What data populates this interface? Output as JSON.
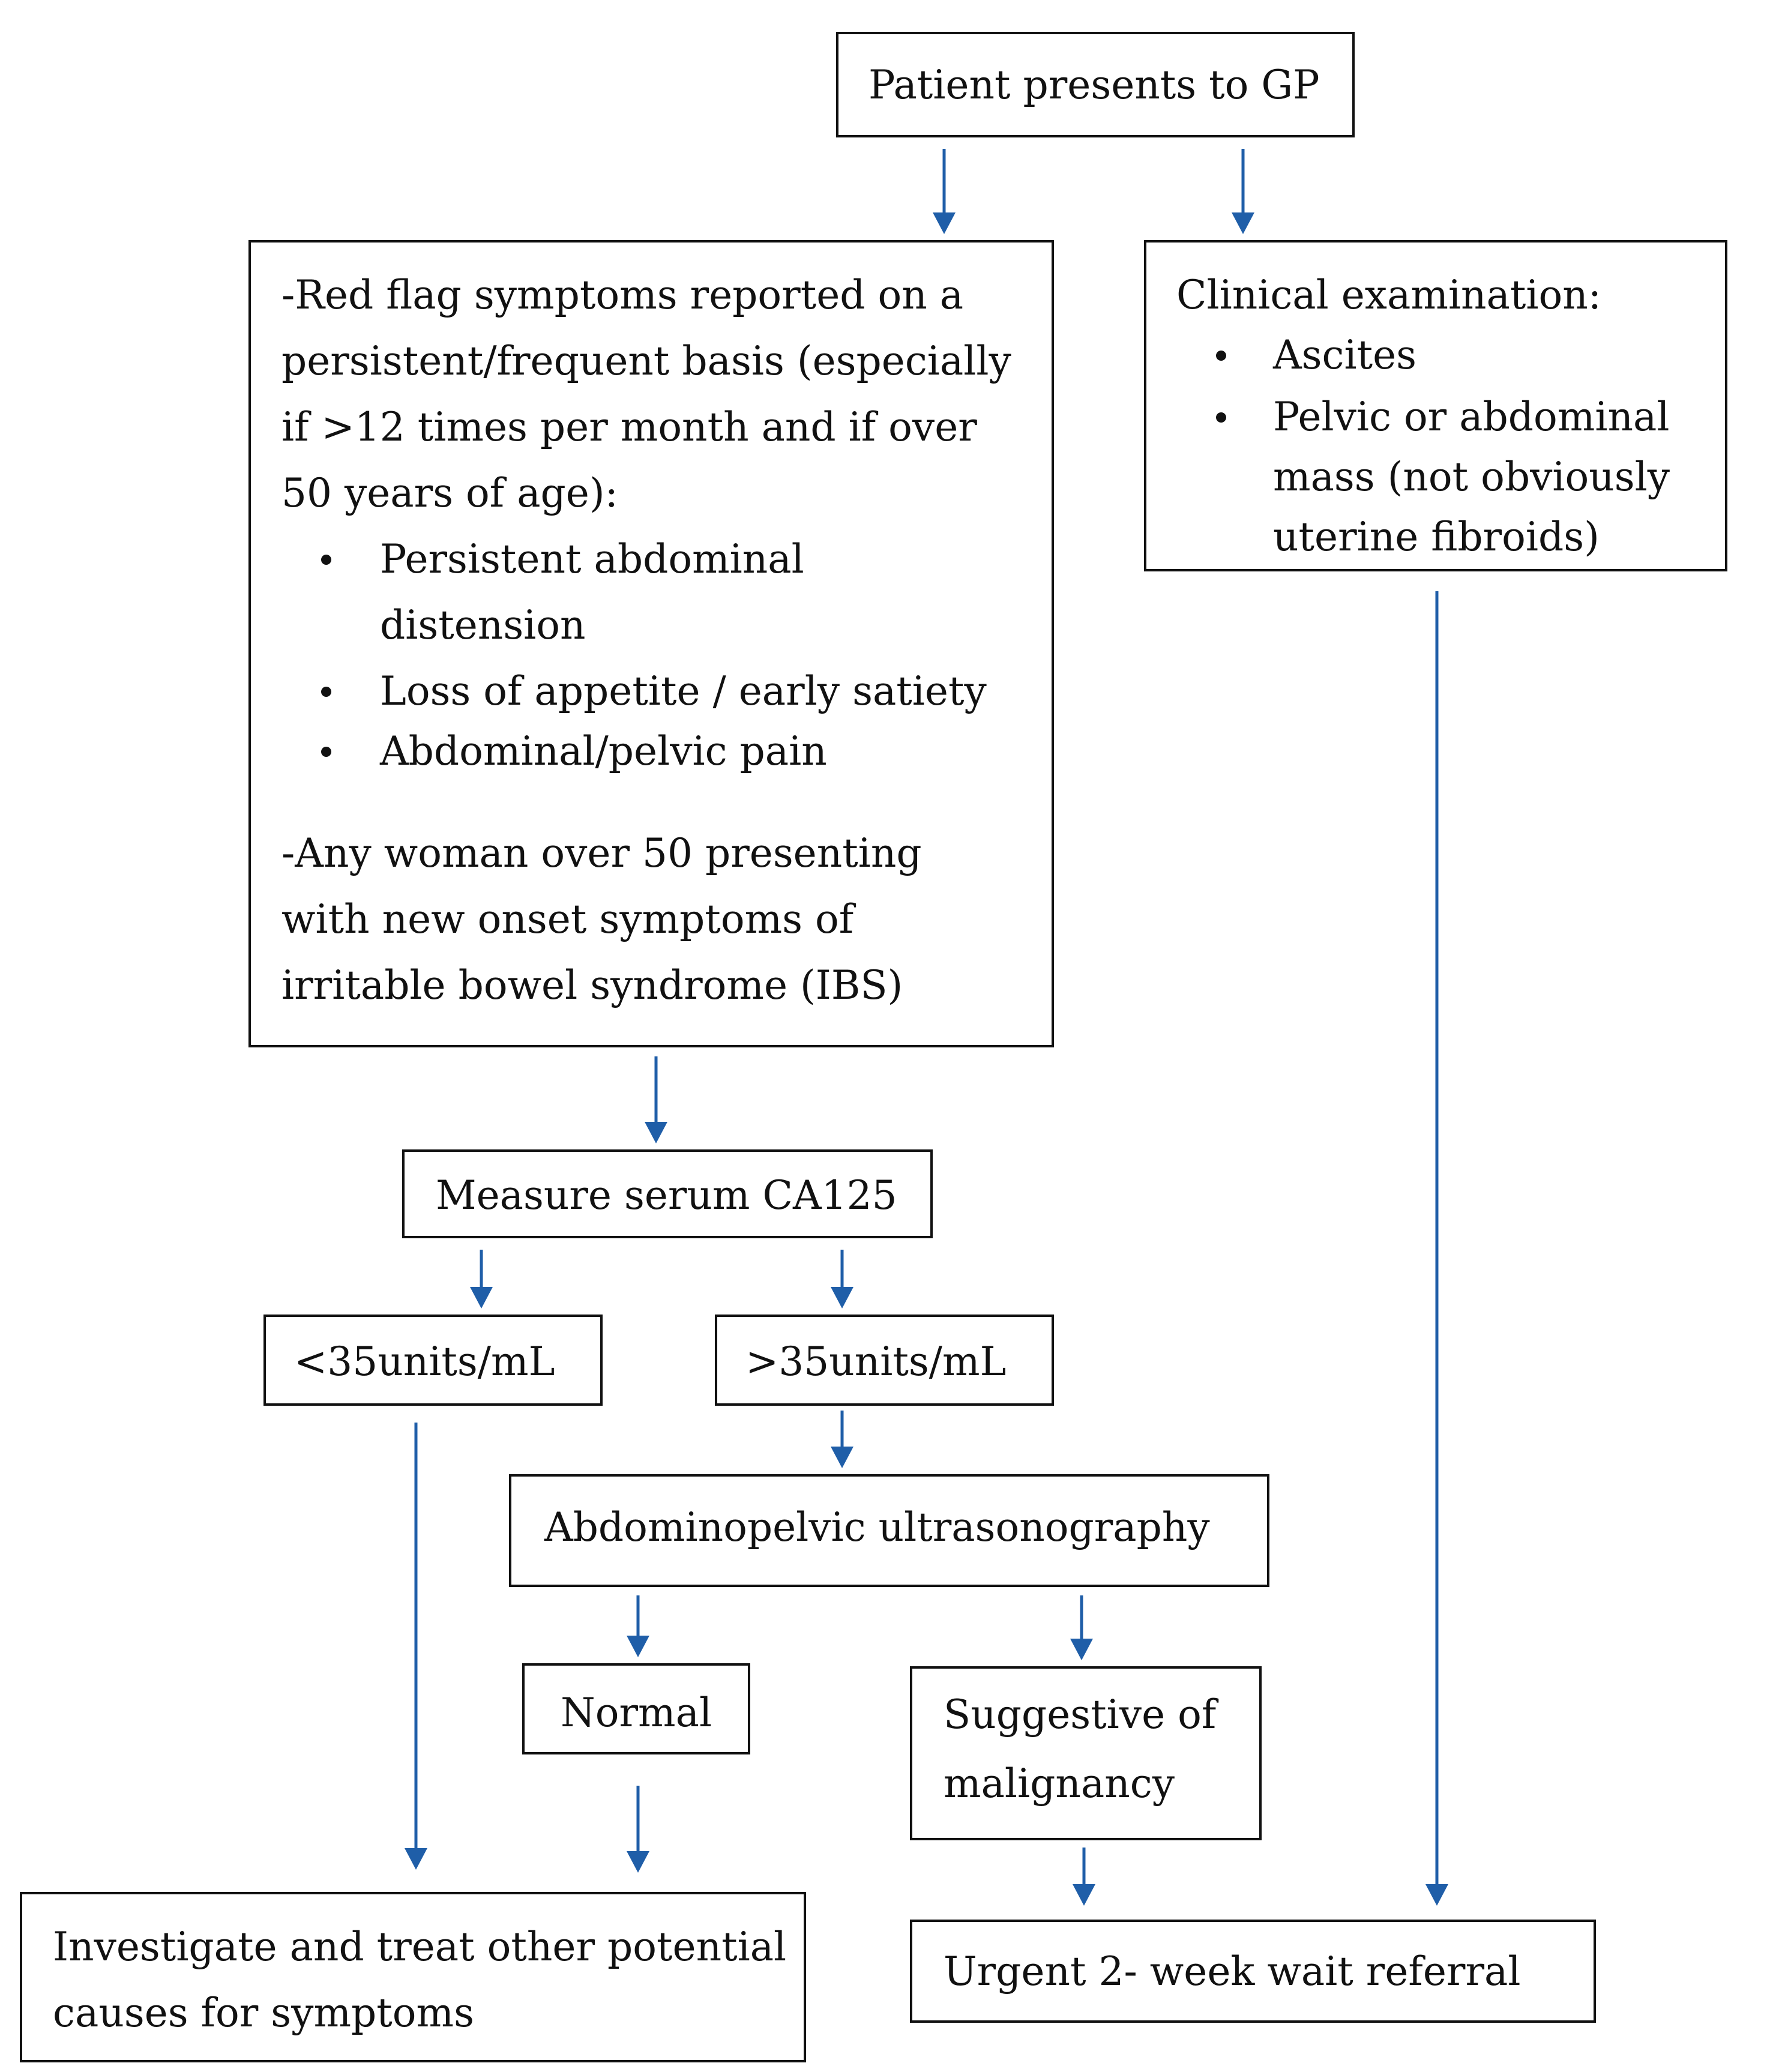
{
  "colors": {
    "arrow": "#1f5ea8",
    "border": "#111111",
    "text": "#111111"
  },
  "nodes": {
    "start": {
      "label": "Patient presents to GP"
    },
    "red_flags": {
      "intro_lines": [
        "-Red flag symptoms reported on a",
        "persistent/frequent basis (especially",
        "if >12 times per month and if over",
        "50 years of age):"
      ],
      "bullets": [
        [
          "Persistent abdominal",
          "distension"
        ],
        [
          "Loss of appetite / early satiety"
        ],
        [
          "Abdominal/pelvic pain"
        ]
      ],
      "outro_lines": [
        "-Any woman over 50 presenting",
        "with new onset symptoms of",
        "irritable bowel syndrome (IBS)"
      ]
    },
    "clinical_exam": {
      "heading": "Clinical examination:",
      "bullets": [
        [
          "Ascites"
        ],
        [
          "Pelvic or abdominal",
          "mass (not obviously",
          "uterine fibroids)"
        ]
      ]
    },
    "ca125": {
      "label": "Measure serum CA125"
    },
    "low": {
      "label": "<35units/mL"
    },
    "high": {
      "label": ">35units/mL"
    },
    "ultrasound": {
      "label": "Abdominopelvic ultrasonography"
    },
    "normal": {
      "label": "Normal"
    },
    "malignancy": {
      "lines": [
        "Suggestive of",
        "malignancy"
      ]
    },
    "investigate": {
      "lines": [
        "Investigate and treat other potential",
        "causes for symptoms"
      ]
    },
    "referral": {
      "label": "Urgent 2- week wait referral"
    }
  }
}
